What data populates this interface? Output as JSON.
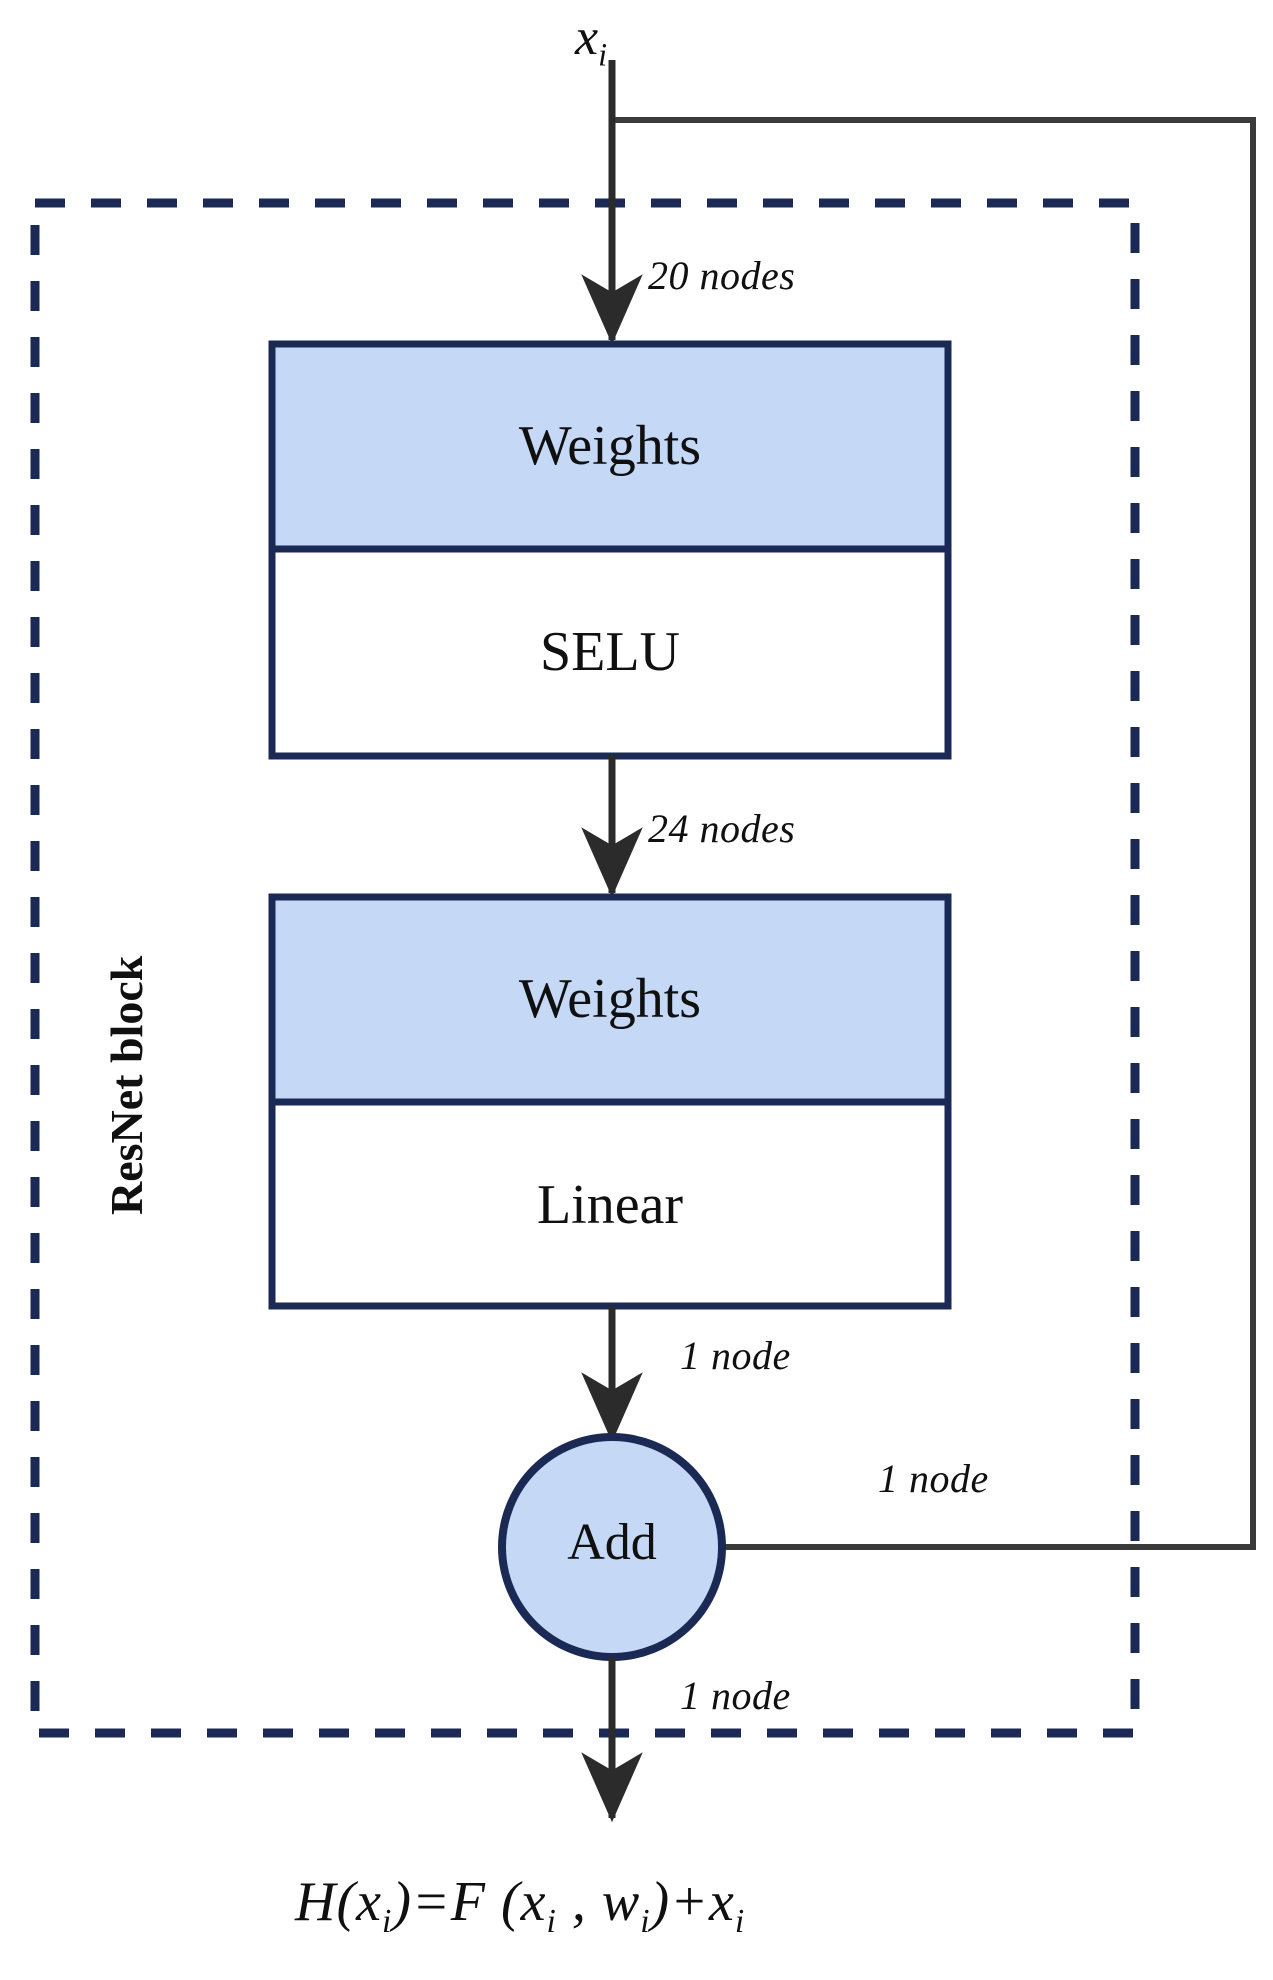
{
  "diagram": {
    "title_equation": "H(x",
    "input_label": {
      "base": "x",
      "sub": "i"
    },
    "block_label": "ResNet block",
    "layers": [
      {
        "id": "weights-1",
        "label": "Weights",
        "fill": "#c5d8f6"
      },
      {
        "id": "selu",
        "label": "SELU",
        "fill": "#ffffff"
      },
      {
        "id": "weights-2",
        "label": "Weights",
        "fill": "#c5d8f6"
      },
      {
        "id": "linear",
        "label": "Linear",
        "fill": "#ffffff"
      }
    ],
    "add_node": {
      "label": "Add",
      "fill": "#c5d8f6"
    },
    "edge_labels": {
      "input_to_weights1": "20 nodes",
      "selu_to_weights2": "24 nodes",
      "linear_to_add": "1 node",
      "skip_to_add": "1 node",
      "add_to_output": "1 node"
    },
    "output_formula": {
      "h": "H",
      "open1": "(",
      "x1": "x",
      "sub1": "i",
      "close1": ")=",
      "f": "F",
      "open2": " (",
      "x2": "x",
      "sub2": "i",
      "comma": " , ",
      "w": "w",
      "sub3": "i",
      "close2": ")+",
      "x3": "x",
      "sub4": "i"
    },
    "colors": {
      "box_fill_blue": "#c5d8f6",
      "box_border": "#1b2a55",
      "arrow": "#2b2b2b",
      "dashed_border": "#1b2a55",
      "text": "#101010"
    }
  }
}
